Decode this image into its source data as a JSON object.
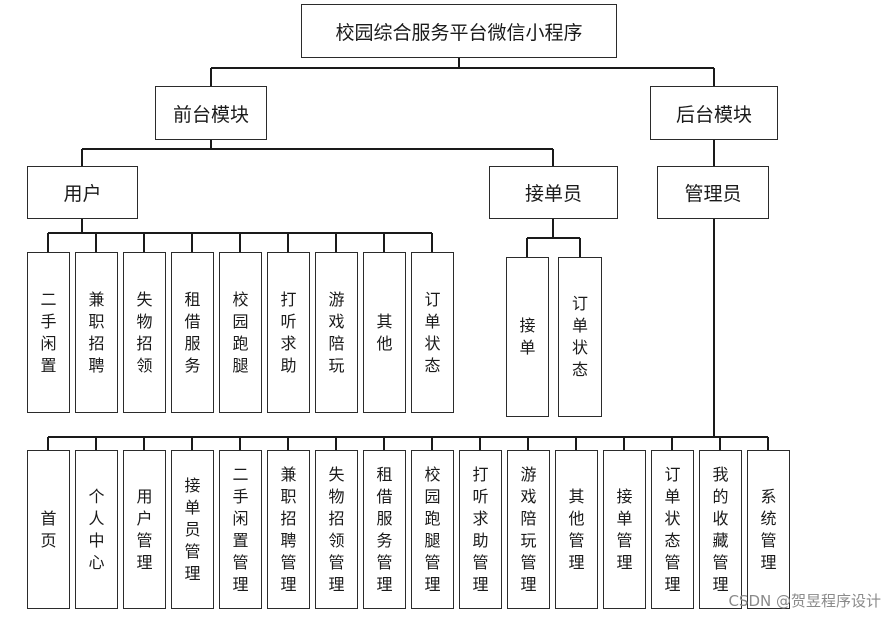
{
  "root": "校园综合服务平台微信小程序",
  "front": "前台模块",
  "back": "后台模块",
  "user": "用户",
  "courier": "接单员",
  "admin": "管理员",
  "user_items": [
    "二手闲置",
    "兼职招聘",
    "失物招领",
    "租借服务",
    "校园跑腿",
    "打听求助",
    "游戏陪玩",
    "其他",
    "订单状态"
  ],
  "courier_items": [
    "接单",
    "订单状态"
  ],
  "admin_items": [
    "首页",
    "个人中心",
    "用户管理",
    "接单员管理",
    "二手闲置管理",
    "兼职招聘管理",
    "失物招领管理",
    "租借服务管理",
    "校园跑腿管理",
    "打听求助管理",
    "游戏陪玩管理",
    "其他管理",
    "接单管理",
    "订单状态管理",
    "我的收藏管理",
    "系统管理"
  ],
  "watermark": "CSDN @贺昱程序设计"
}
